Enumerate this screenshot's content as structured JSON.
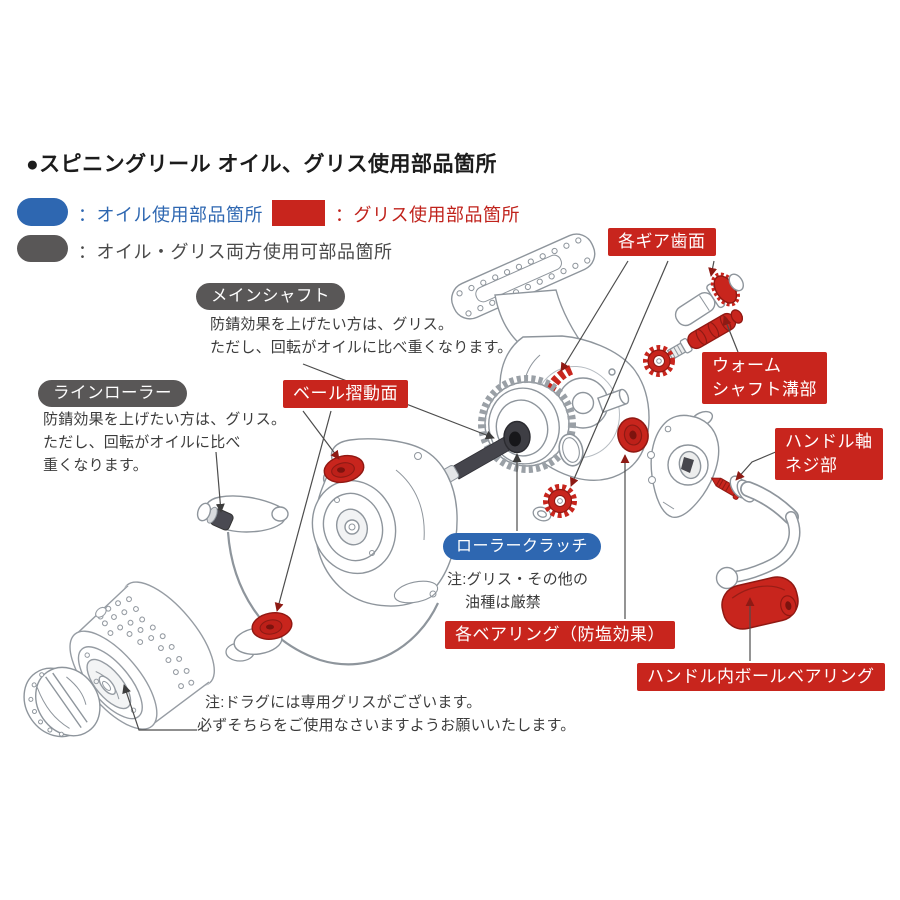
{
  "title": "●スピニングリール オイル、グリス使用部品箇所",
  "legend": {
    "oil": {
      "label": "：オイル使用部品箇所",
      "color": "#2e67b1"
    },
    "grease": {
      "label": "：グリス使用部品箇所",
      "color": "#c8251d"
    },
    "both": {
      "label": "：オイル・グリス両方使用可部品箇所",
      "color": "#595757"
    }
  },
  "callouts": {
    "main_shaft": {
      "label": "メインシャフト",
      "notes": {
        "line1": "防錆効果を上げたい方は、グリス。",
        "line2": "ただし、回転がオイルに比べ重くなります。"
      }
    },
    "line_roller": {
      "label": "ラインローラー",
      "notes": {
        "line1": "防錆効果を上げたい方は、グリス。",
        "line2": "ただし、回転がオイルに比べ",
        "line3": "重くなります。"
      }
    },
    "bail_sliding_surface": {
      "label": "ベール摺動面"
    },
    "gear_tooth_surfaces": {
      "label": "各ギア歯面"
    },
    "worm_shaft_groove": {
      "line1": "ウォーム",
      "line2": "シャフト溝部"
    },
    "handle_shaft_screw": {
      "line1": "ハンドル軸",
      "line2": "ネジ部"
    },
    "roller_clutch": {
      "label": "ローラークラッチ",
      "notes": {
        "line1": "注:グリス・その他の",
        "line2": "油種は厳禁"
      }
    },
    "bearings": {
      "label": "各ベアリング（防塩効果）"
    },
    "handle_ball_bearing": {
      "label": "ハンドル内ボールベアリング"
    }
  },
  "footnote": {
    "line1": "注:ドラグには専用グリスがございます。",
    "line2": "必ずそちらをご使用なさいますようお願いいたします。"
  }
}
